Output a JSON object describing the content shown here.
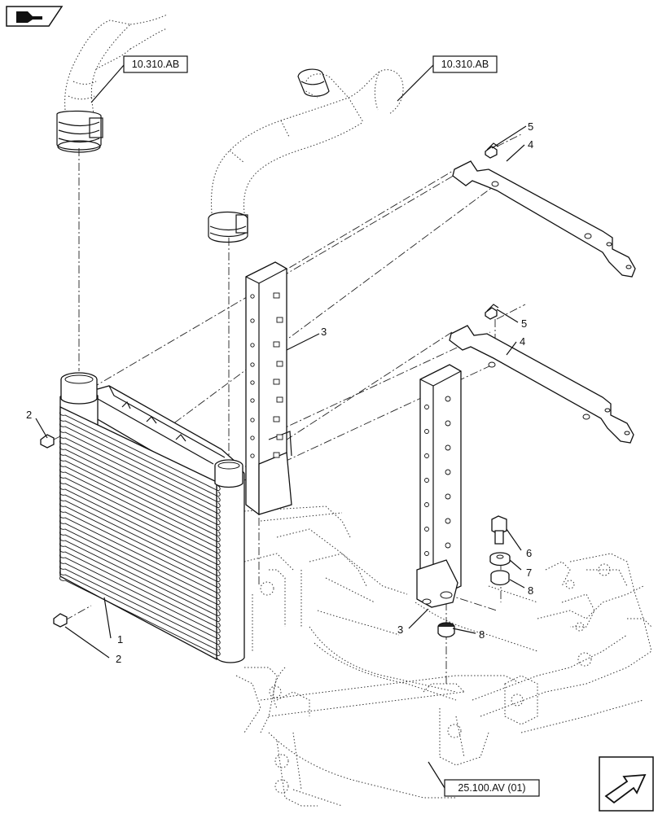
{
  "icons": {
    "top_left": "book-pointer-icon",
    "bottom_right": "next-page-arrow-icon"
  },
  "references": {
    "hose_left": "10.310.AB",
    "hose_right": "10.310.AB",
    "frame": "25.100.AV (01)"
  },
  "callouts": [
    {
      "id": "callout-1",
      "label": "1"
    },
    {
      "id": "callout-2-top",
      "label": "2"
    },
    {
      "id": "callout-2-bottom",
      "label": "2"
    },
    {
      "id": "callout-3-upper",
      "label": "3"
    },
    {
      "id": "callout-3-lower",
      "label": "3"
    },
    {
      "id": "callout-4-upper",
      "label": "4"
    },
    {
      "id": "callout-4-lower",
      "label": "4"
    },
    {
      "id": "callout-5-upper",
      "label": "5"
    },
    {
      "id": "callout-5-lower",
      "label": "5"
    },
    {
      "id": "callout-6",
      "label": "6"
    },
    {
      "id": "callout-7",
      "label": "7"
    },
    {
      "id": "callout-8-right",
      "label": "8"
    },
    {
      "id": "callout-8-lower",
      "label": "8"
    }
  ]
}
